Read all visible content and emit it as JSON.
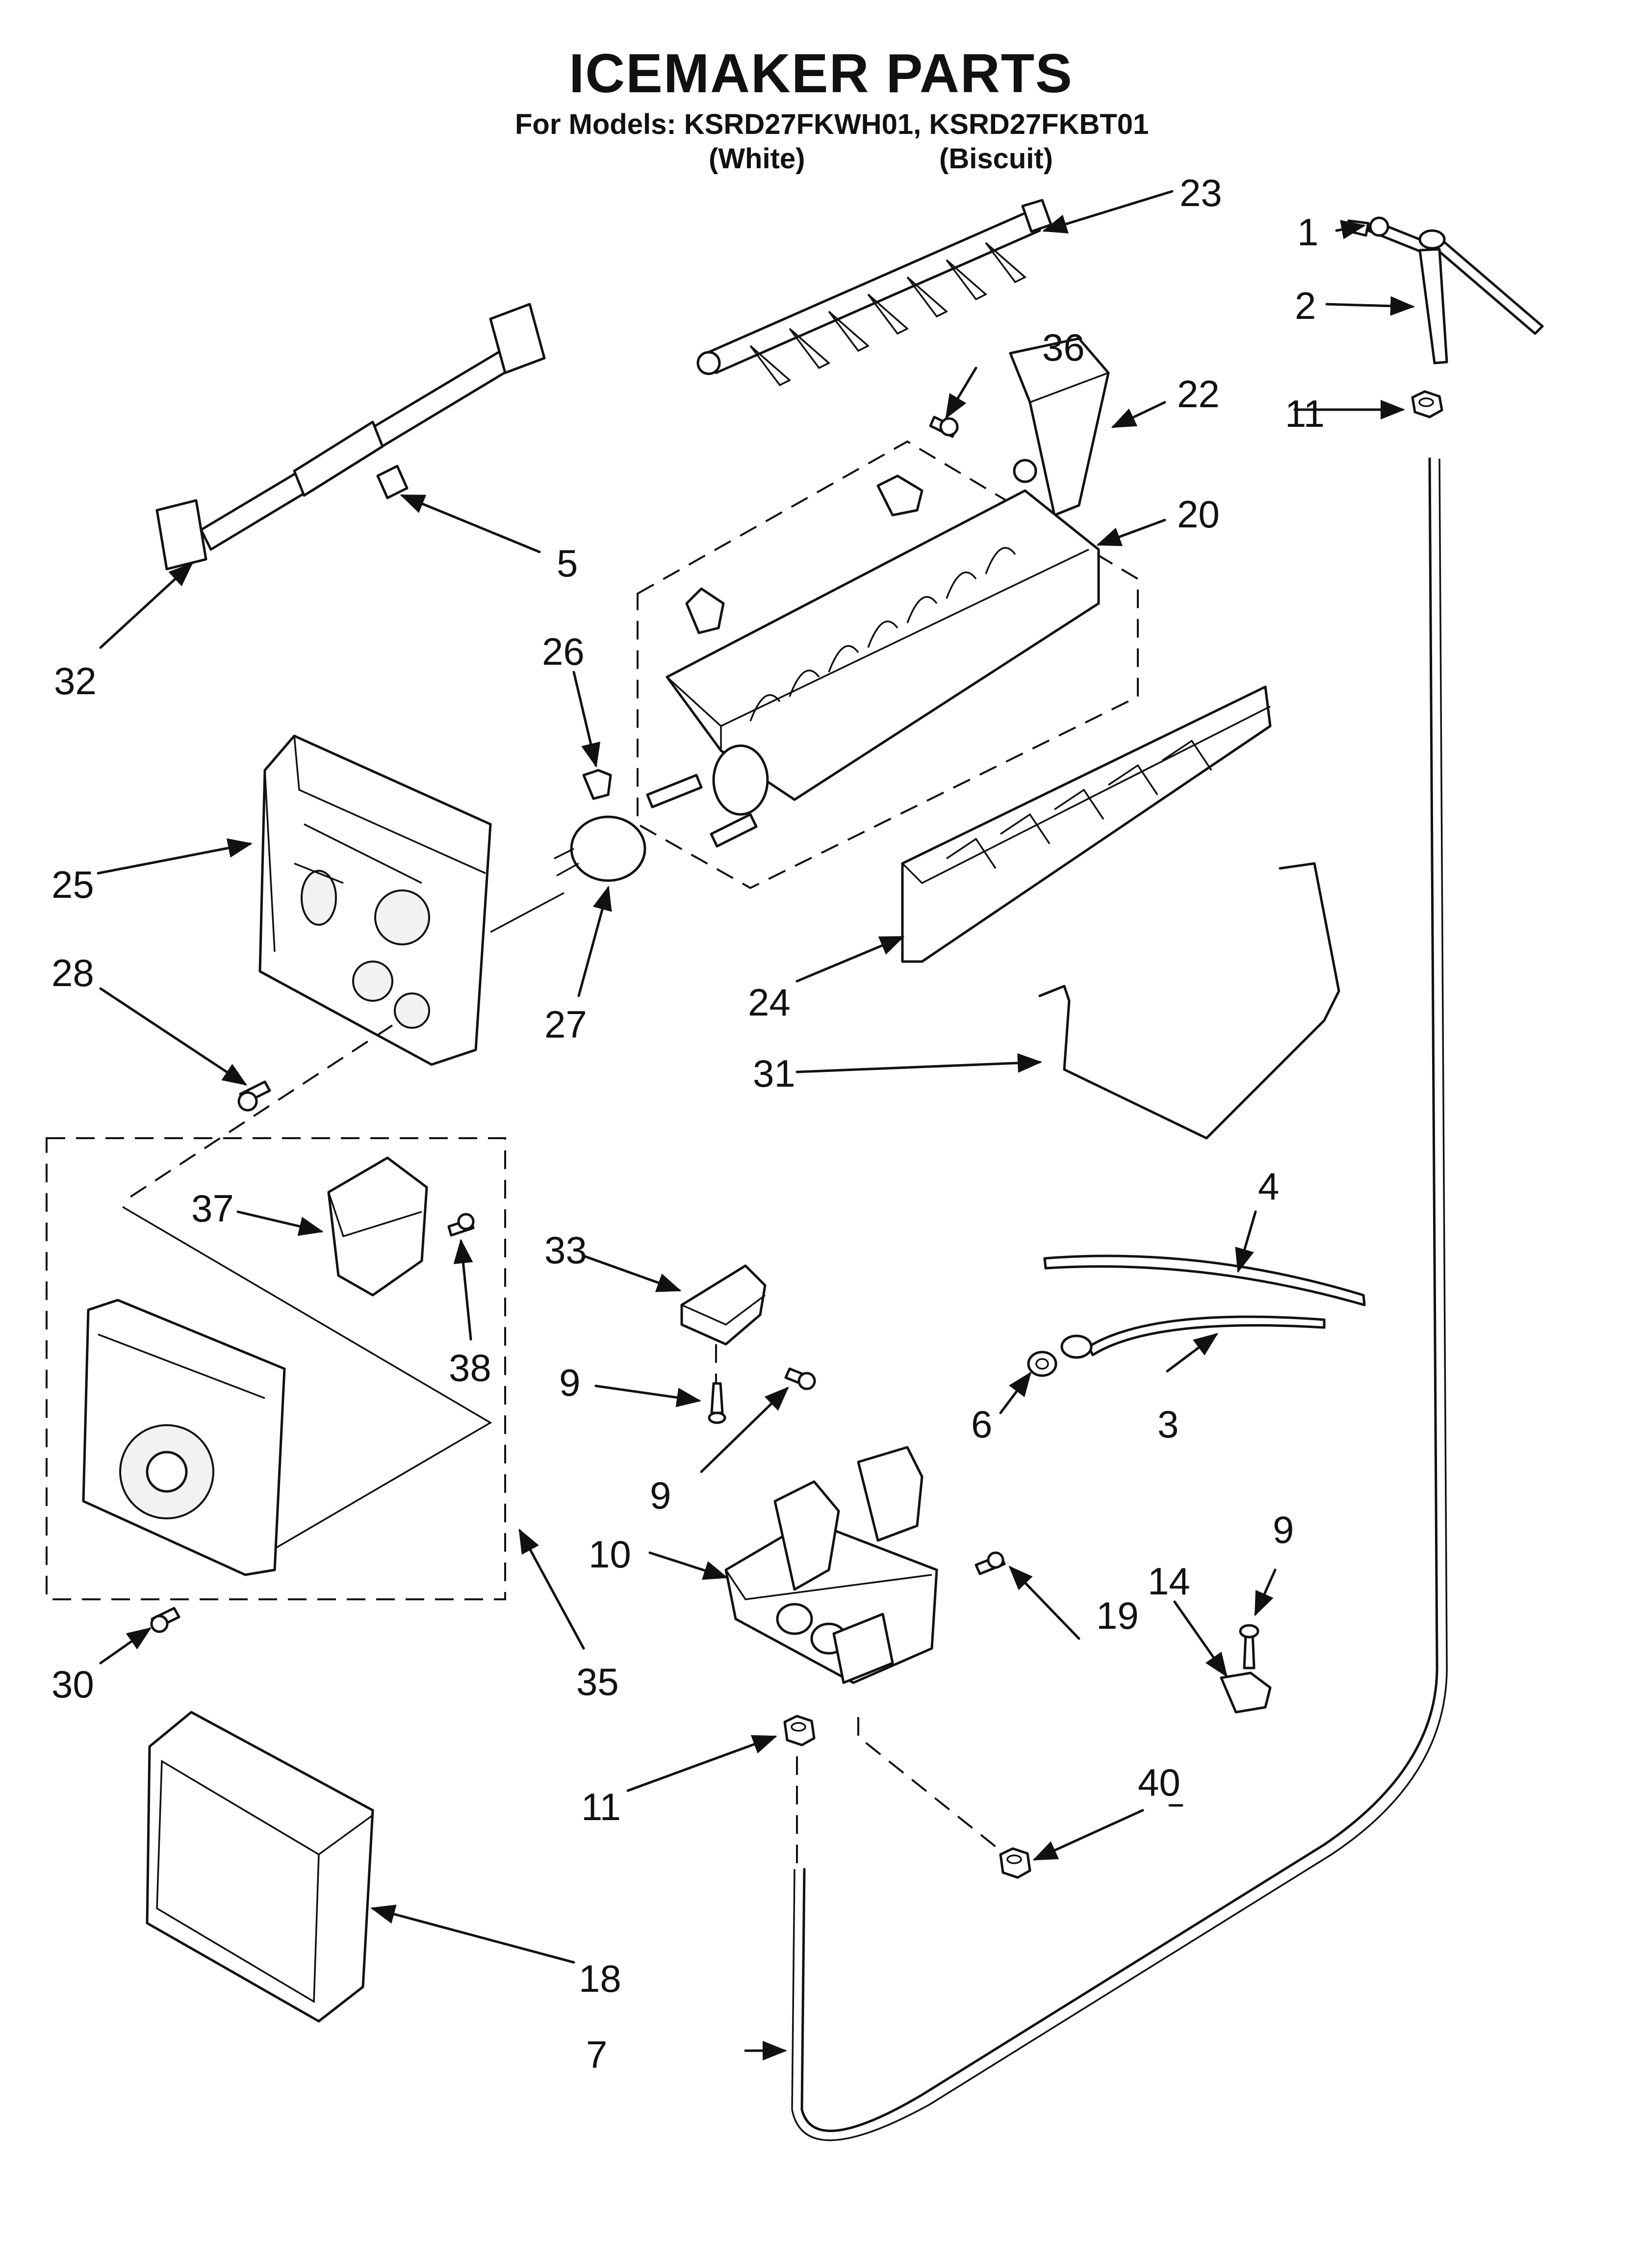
{
  "title": "ICEMAKER PARTS",
  "subtitle": "For Models: KSRD27FKWH01, KSRD27FKBT01",
  "variants": {
    "white": "(White)",
    "biscuit": "(Biscuit)"
  },
  "callouts": {
    "c1": "1",
    "c2": "2",
    "c3": "3",
    "c4": "4",
    "c5": "5",
    "c6": "6",
    "c7": "7",
    "c9a": "9",
    "c9b": "9",
    "c9c": "9",
    "c10": "10",
    "c11a": "11",
    "c11b": "11",
    "c14": "14",
    "c18": "18",
    "c19": "19",
    "c20": "20",
    "c22": "22",
    "c23": "23",
    "c24": "24",
    "c25": "25",
    "c26": "26",
    "c27": "27",
    "c28": "28",
    "c30": "30",
    "c31": "31",
    "c32": "32",
    "c33": "33",
    "c35": "35",
    "c36": "36",
    "c37": "37",
    "c38": "38",
    "c40": "40"
  }
}
